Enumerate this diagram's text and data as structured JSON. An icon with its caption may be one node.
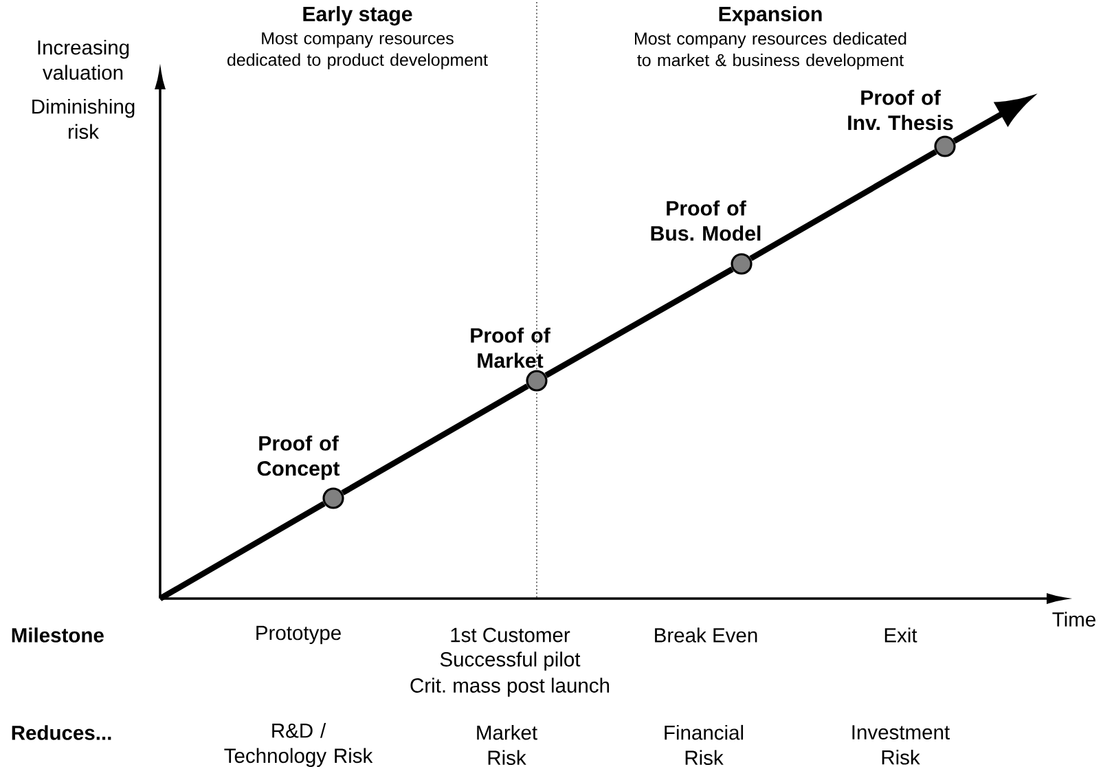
{
  "diagram": {
    "nodes": [
      {
        "text": [],
        "shape": "circle",
        "beside": [
          "Proof of Concept"
        ]
      },
      {
        "text": [],
        "shape": "circle",
        "beside": [
          "Proof of Market"
        ]
      },
      {
        "text": [],
        "shape": "circle",
        "beside": [
          "Proof of Bus. Model"
        ]
      },
      {
        "text": [],
        "shape": "circle",
        "beside": [
          "Proof of Inv. Thesis"
        ]
      }
    ],
    "edges": [
      {
        "from": null,
        "to": 0,
        "arrow": "none"
      },
      {
        "from": 0,
        "to": 1,
        "arrow": "none"
      },
      {
        "from": 1,
        "to": 2,
        "arrow": "none"
      },
      {
        "from": 2,
        "to": 3,
        "arrow": "none"
      },
      {
        "from": 3,
        "to": null,
        "arrow": "to"
      }
    ],
    "labels": [
      "Early stage",
      "Expansion",
      "Increasing valuation",
      "Most company resources dedicated to product development",
      "Most company resources dedicated to market & business development",
      "Diminishing risk",
      "Time",
      "Milestone",
      "Prototype",
      "1st Customer",
      "Break Even",
      "Exit",
      "Successful pilot",
      "Crit. mass post launch",
      "Reduces...",
      "R&D / Technology Risk",
      "Market Risk",
      "Financial Risk",
      "Investment Risk"
    ]
  }
}
